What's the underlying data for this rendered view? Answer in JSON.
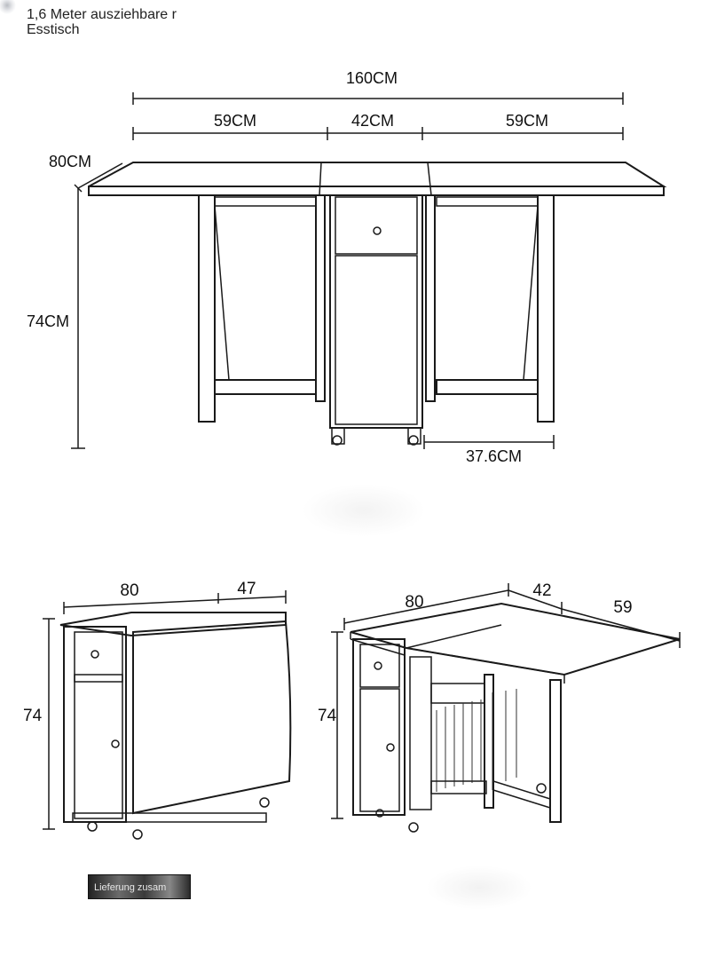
{
  "title": "1,6 Meter ausziehbare r Esstisch",
  "top_view": {
    "total_width": "160CM",
    "left_leaf": "59CM",
    "center": "42CM",
    "right_leaf": "59CM",
    "depth": "80CM",
    "height": "74CM",
    "cabinet_offset": "37.6CM"
  },
  "folded_view": {
    "length": "80",
    "depth": "47",
    "height": "74"
  },
  "half_open_view": {
    "length": "80",
    "center": "42",
    "leaf": "59",
    "height": "74"
  },
  "badge_text": "Lieferung zusam"
}
